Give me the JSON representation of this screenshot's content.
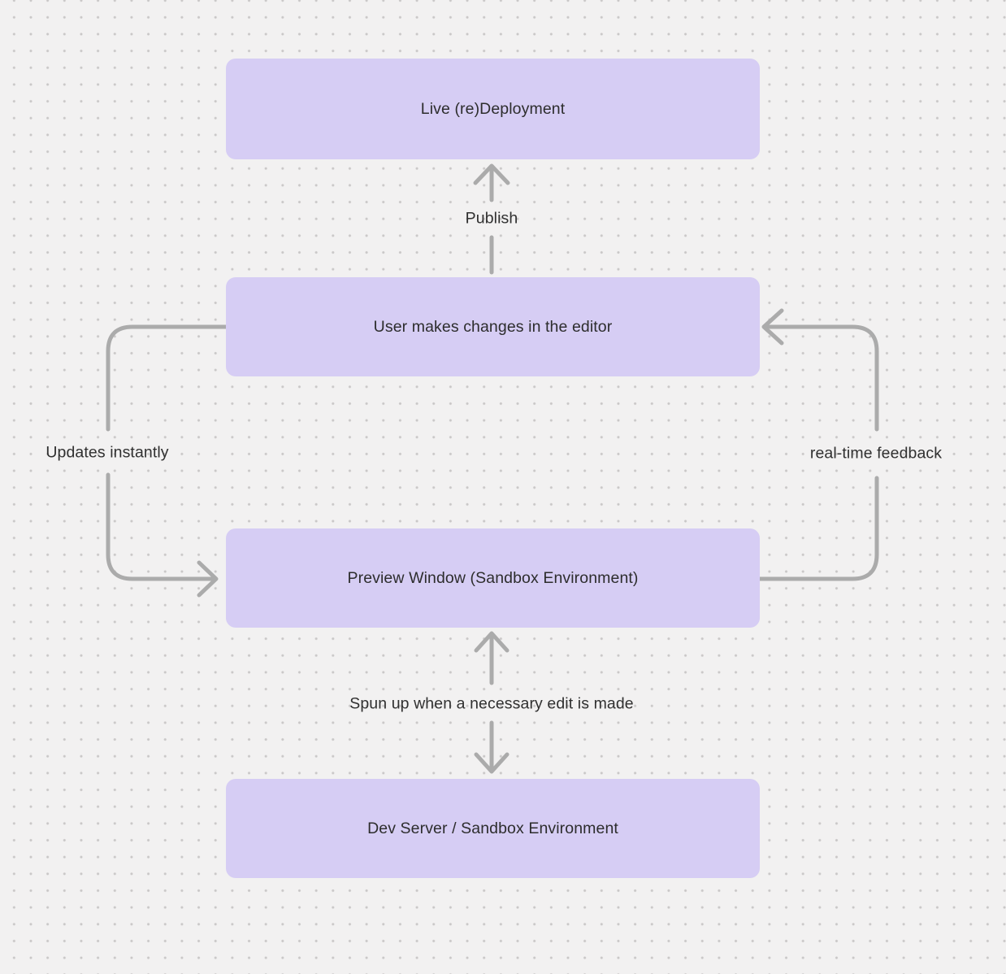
{
  "diagram": {
    "type": "flowchart",
    "colors": {
      "background": "#F2F1F1",
      "grid_dot": "#C9C7C7",
      "node_fill": "#D6CDF4",
      "node_text": "#2D2D2D",
      "edge": "#ABABAB",
      "edge_label_text": "#303030"
    },
    "nodes": [
      {
        "id": "live-redeployment",
        "label": "Live (re)Deployment"
      },
      {
        "id": "user-editor",
        "label": "User makes changes in the editor"
      },
      {
        "id": "preview-window",
        "label": "Preview Window (Sandbox Environment)"
      },
      {
        "id": "dev-server",
        "label": "Dev Server / Sandbox Environment"
      }
    ],
    "edges": [
      {
        "from": "user-editor",
        "to": "live-redeployment",
        "label": "Publish",
        "direction": "up"
      },
      {
        "from": "user-editor",
        "to": "preview-window",
        "label": "Updates instantly",
        "side": "left"
      },
      {
        "from": "preview-window",
        "to": "user-editor",
        "label": "real-time feedback",
        "side": "right"
      },
      {
        "from": "preview-window",
        "to": "dev-server",
        "label": "Spun up when a necessary edit is made",
        "direction": "both"
      }
    ]
  }
}
